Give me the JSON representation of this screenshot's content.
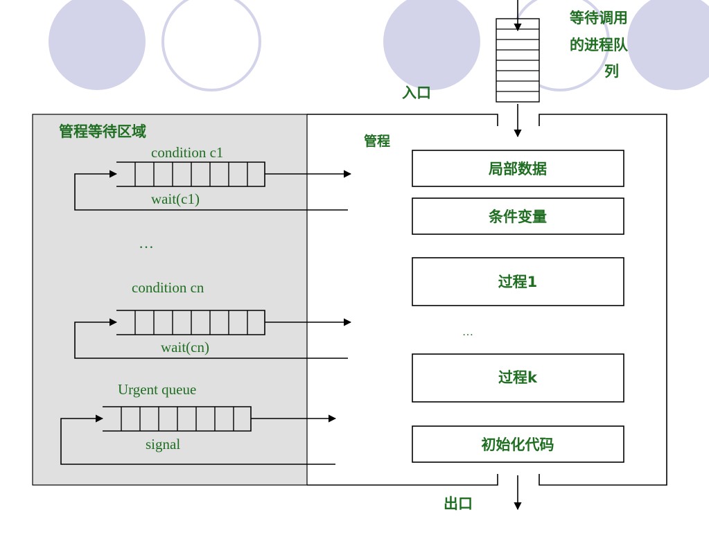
{
  "entry_queue_label_lines": [
    "等待调用",
    "的进程队",
    "列"
  ],
  "entry_label": "入口",
  "exit_label": "出口",
  "wait_area_title": "管程等待区域",
  "monitor_label": "管程",
  "condition1": {
    "title": "condition c1",
    "action": "wait(c1)"
  },
  "ellipsis_left": "…",
  "condition_n": {
    "title": "condition cn",
    "action": "wait(cn)"
  },
  "urgent": {
    "title": "Urgent queue",
    "action": "signal"
  },
  "boxes": {
    "local_data": "局部数据",
    "condition_vars": "条件变量",
    "process1": "过程1",
    "ellipsis": "…",
    "process_k": "过程k",
    "init_code": "初始化代码"
  },
  "colors": {
    "label_green": "#1f6e22",
    "wait_area_fill": "#e0e0e0",
    "decor_circle": "#d3d3ea"
  }
}
